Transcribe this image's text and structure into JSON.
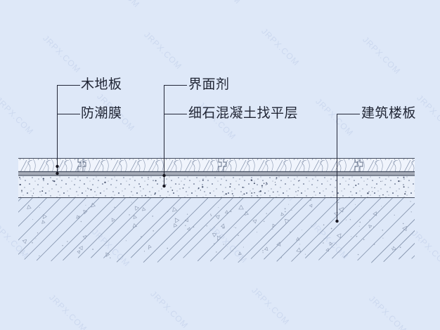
{
  "watermark": {
    "text": "JRPX.COM"
  },
  "colors": {
    "background": "#dee8f8",
    "border_line": "#434c5e",
    "leader_line": "#232738",
    "hatch_line": "#7e8ea8",
    "membrane_fill": "#a7adb9",
    "label_text": "#1f2433"
  },
  "diagram": {
    "labels": [
      {
        "id": "wood-floor",
        "text": "木地板"
      },
      {
        "id": "moisture-proof-membrane",
        "text": "防潮膜"
      },
      {
        "id": "interface-agent",
        "text": "界面剂"
      },
      {
        "id": "fine-concrete-leveling-layer",
        "text": "细石混凝土找平层"
      },
      {
        "id": "building-floor-slab",
        "text": "建筑楼板"
      }
    ]
  }
}
